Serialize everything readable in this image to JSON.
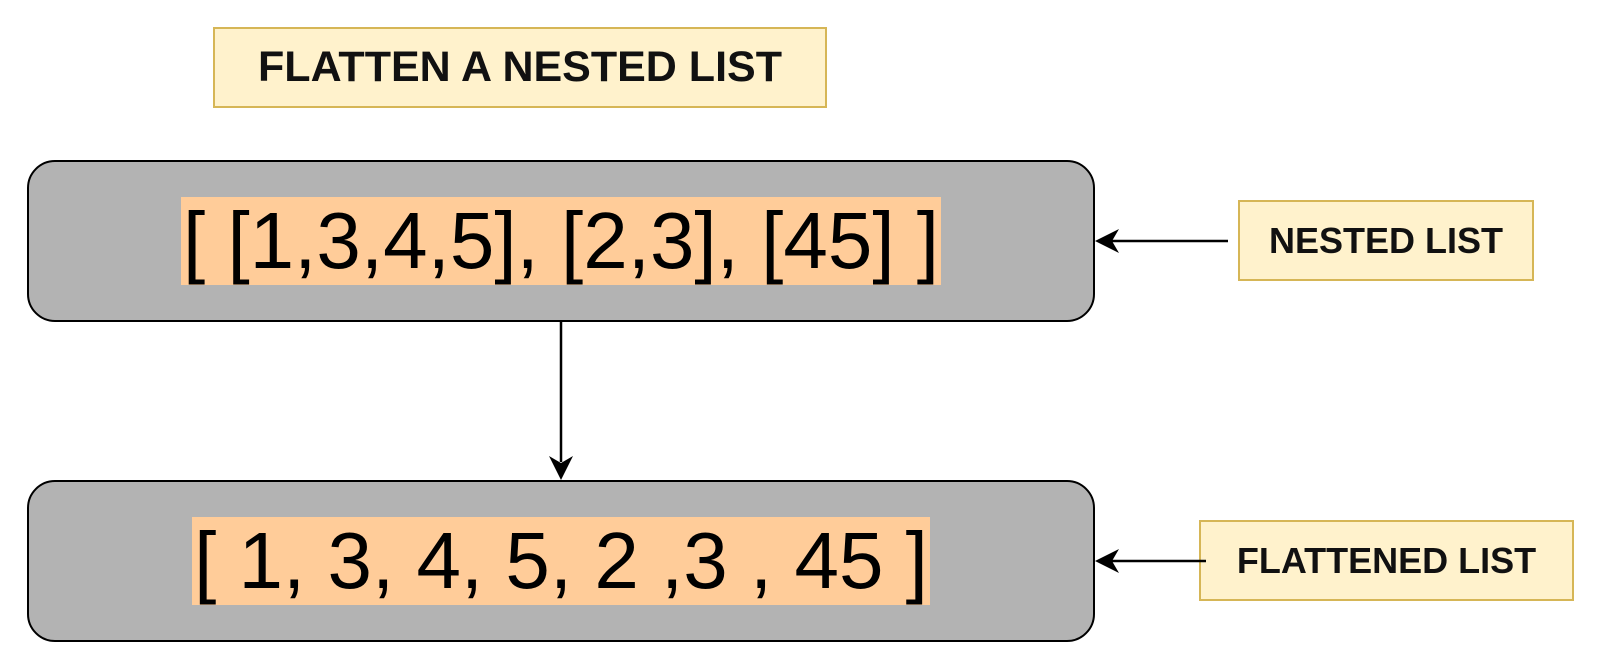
{
  "title": "FLATTEN A NESTED LIST",
  "nested": {
    "value": "[ [1,3,4,5], [2,3], [45] ]",
    "label": "NESTED LIST"
  },
  "flattened": {
    "value": "[ 1, 3, 4, 5, 2 ,3 , 45 ]",
    "label": "FLATTENED LIST"
  },
  "colors": {
    "label_fill": "#fff2cc",
    "label_border": "#d6b656",
    "panel_fill": "#b3b3b3",
    "highlight": "#ffcc99"
  }
}
